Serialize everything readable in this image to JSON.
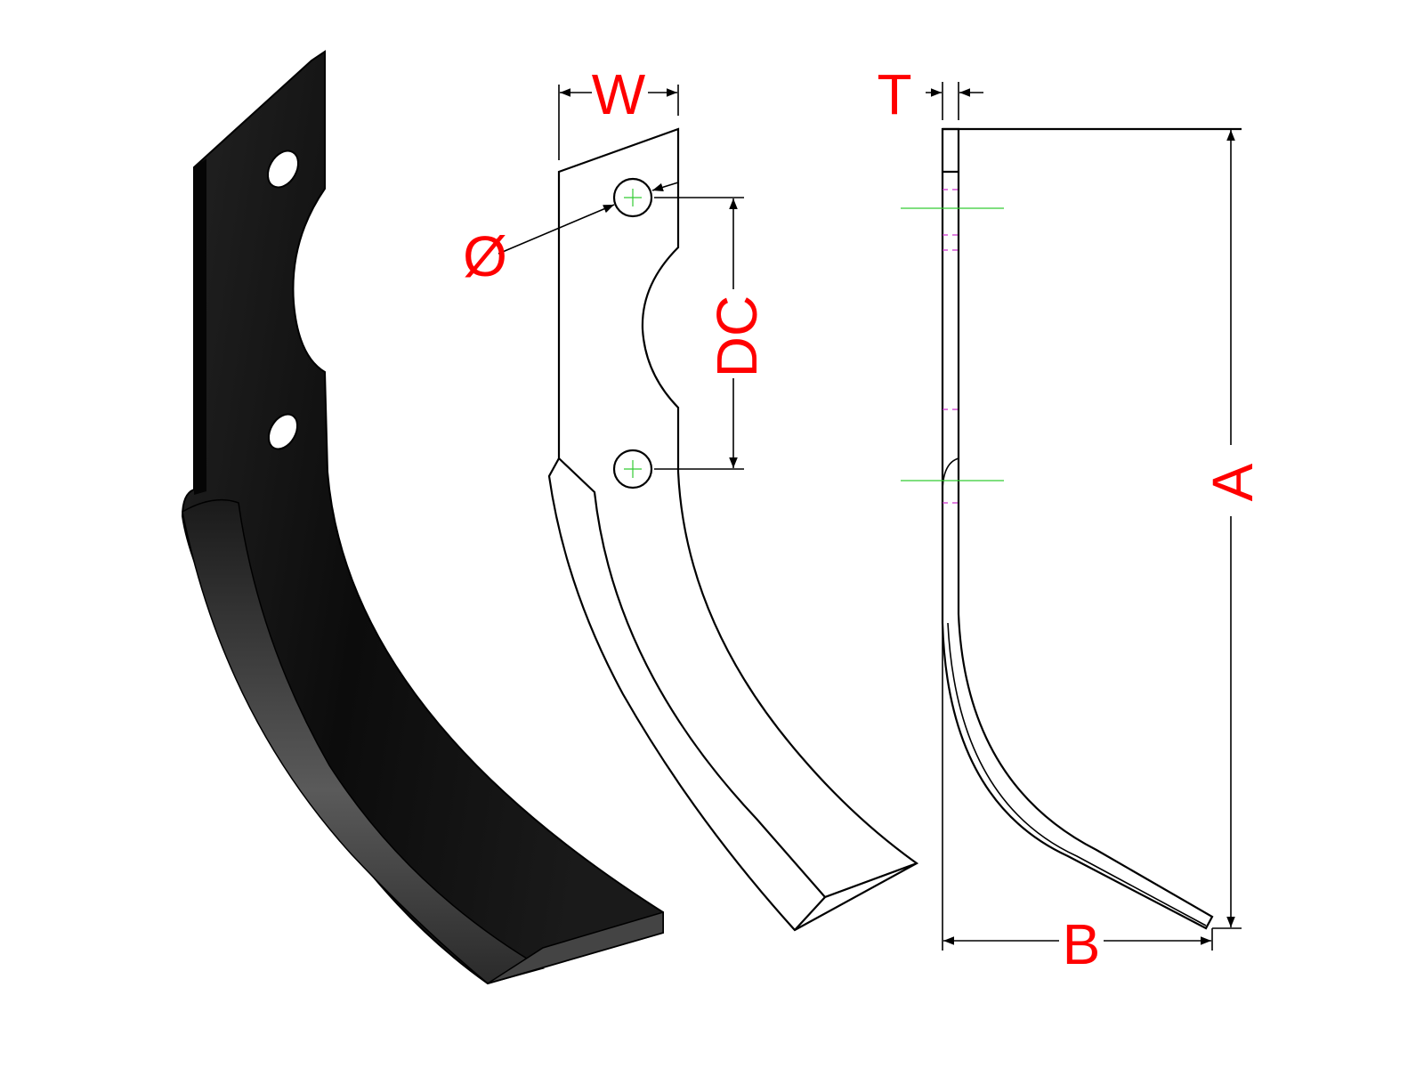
{
  "labels": {
    "width": "W",
    "thickness": "T",
    "hole_diameter": "Ø",
    "hole_distance": "DC",
    "height": "A",
    "offset": "B"
  },
  "colors": {
    "label": "#ff0000",
    "centerline": "#33cc33",
    "hidden_line": "#cc33cc",
    "blade_body": "#111111"
  }
}
